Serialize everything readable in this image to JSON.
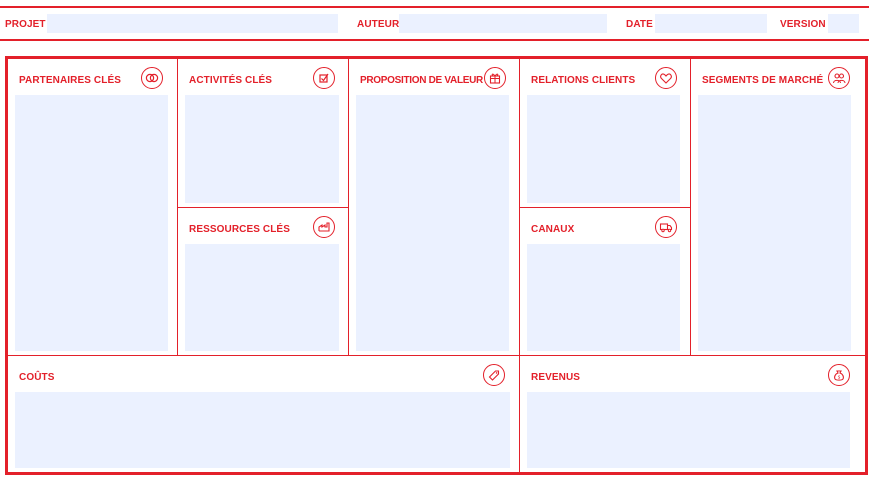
{
  "header": {
    "project_label": "PROJET",
    "author_label": "AUTEUR",
    "date_label": "DATE",
    "version_label": "VERSION",
    "project_value": "",
    "author_value": "",
    "date_value": "",
    "version_value": ""
  },
  "canvas": {
    "partners": {
      "title": "PARTENAIRES CLÉS",
      "icon": "rings-icon"
    },
    "activities": {
      "title": "ACTIVITÉS CLÉS",
      "icon": "checkbox-icon"
    },
    "resources": {
      "title": "RESSOURCES CLÉS",
      "icon": "factory-icon"
    },
    "value_proposition": {
      "title": "PROPOSITION DE VALEUR",
      "icon": "gift-icon"
    },
    "relations": {
      "title": "RELATIONS CLIENTS",
      "icon": "heart-icon"
    },
    "channels": {
      "title": "CANAUX",
      "icon": "truck-icon"
    },
    "segments": {
      "title": "SEGMENTS DE MARCHÉ",
      "icon": "people-icon"
    },
    "costs": {
      "title": "COÛTS",
      "icon": "price-tag-icon"
    },
    "revenues": {
      "title": "REVENUS",
      "icon": "money-bag-icon"
    }
  },
  "colors": {
    "accent": "#e3202a",
    "field_background": "#ebf1ff"
  }
}
